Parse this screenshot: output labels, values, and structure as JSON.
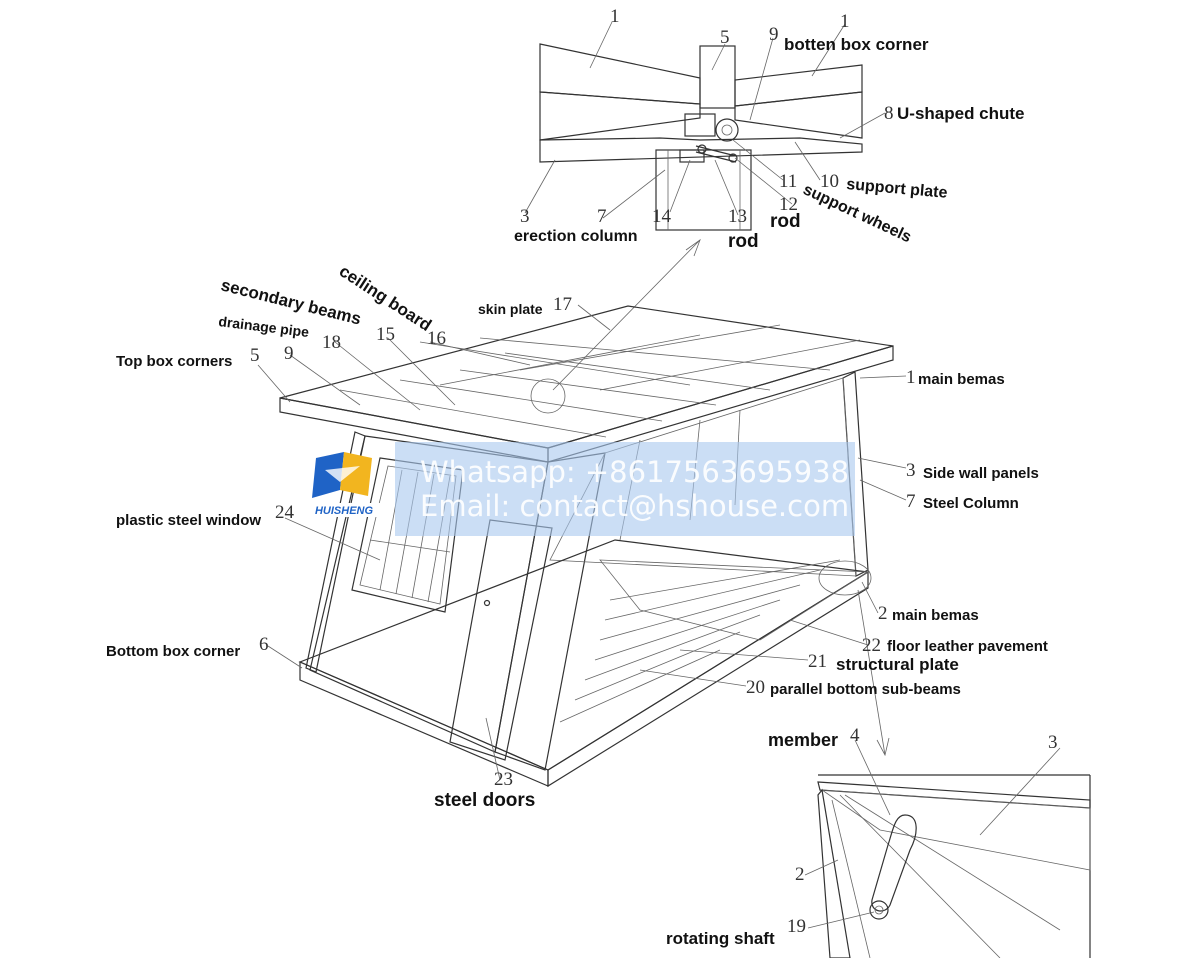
{
  "colors": {
    "line": "#333333",
    "watermark_band": "#a9c8ee",
    "logo_blue": "#1f63c6",
    "logo_yellow": "#f2b51f"
  },
  "logo": {
    "text": "HUISHENG",
    "icon": "huisheng-logo-icon"
  },
  "watermark": {
    "whatsapp": "Whatsapp: +8617563695938",
    "email": "Email: contact@hshouse.com"
  },
  "labels": {
    "botten_box_corner": "botten box corner",
    "u_shaped_chute": "U-shaped chute",
    "support_plate": "support plate",
    "support_wheels": "support wheels",
    "rod_12": "rod",
    "rod_13": "rod",
    "erection_column": "erection column",
    "ceiling_board": "ceiling board",
    "secondary_beams": "secondary beams",
    "skin_plate": "skin plate",
    "drainage_pipe": "drainage pipe",
    "top_box_corners": "Top box corners",
    "main_bemas_top": "main bemas",
    "side_wall_panels": "Side wall panels",
    "steel_column": "Steel Column",
    "plastic_steel_window": "plastic steel window",
    "main_bemas_bottom": "main bemas",
    "floor_leather_pavement": "floor leather pavement",
    "structural_plate": "structural plate",
    "parallel_bottom_sub_beams": "parallel bottom sub-beams",
    "bottom_box_corner": "Bottom box corner",
    "member": "member",
    "steel_doors": "steel doors",
    "rotating_shaft": "rotating shaft"
  },
  "numbers": {
    "n1a": "1",
    "n5a": "5",
    "n9a": "9",
    "n1b": "1",
    "n8": "8",
    "n10": "10",
    "n11": "11",
    "n12": "12",
    "n3a": "3",
    "n7a": "7",
    "n14": "14",
    "n13": "13",
    "n17": "17",
    "n15": "15",
    "n16": "16",
    "n18": "18",
    "n9b": "9",
    "n5b": "5",
    "n1c": "1",
    "n3b": "3",
    "n7b": "7",
    "n24": "24",
    "n2a": "2",
    "n22": "22",
    "n21": "21",
    "n20": "20",
    "n6": "6",
    "n4": "4",
    "n3c": "3",
    "n23": "23",
    "n2b": "2",
    "n19": "19"
  }
}
